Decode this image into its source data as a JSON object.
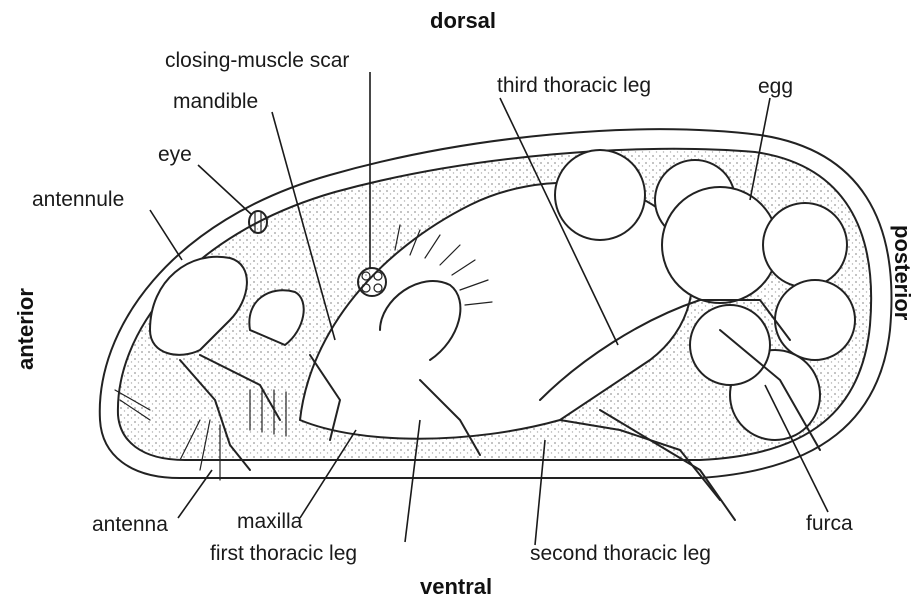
{
  "directions": {
    "dorsal": "dorsal",
    "ventral": "ventral",
    "anterior": "anterior",
    "posterior": "posterior"
  },
  "labels": {
    "closing_muscle_scar": "closing-muscle scar",
    "mandible": "mandible",
    "eye": "eye",
    "antennule": "antennule",
    "antenna": "antenna",
    "maxilla": "maxilla",
    "first_thoracic_leg": "first thoracic leg",
    "third_thoracic_leg": "third thoracic leg",
    "egg": "egg",
    "furca": "furca",
    "second_thoracic_leg": "second thoracic leg"
  }
}
